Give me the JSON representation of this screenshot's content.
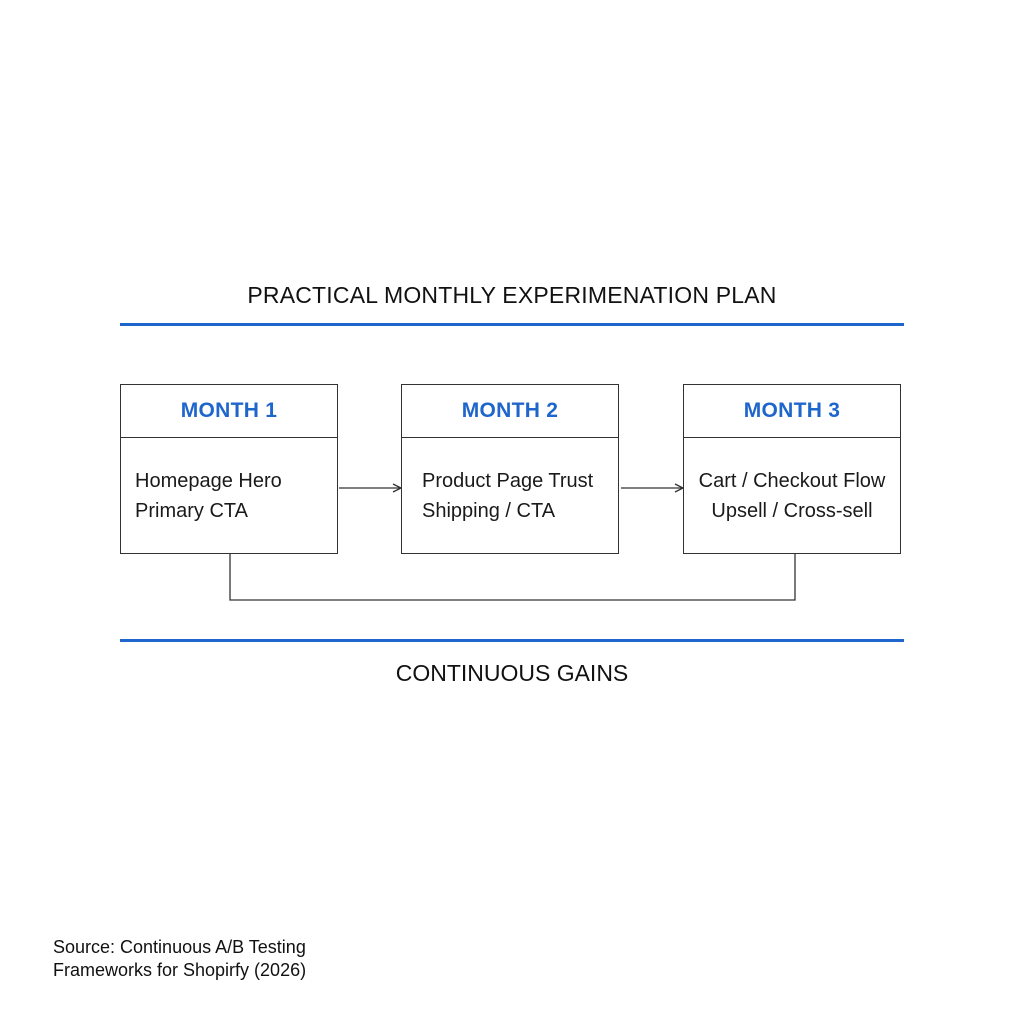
{
  "title": "PRACTICAL MONTHLY EXPERIMENATION PLAN",
  "months": [
    {
      "label": "MONTH 1",
      "lines": [
        "Homepage Hero",
        "Primary CTA"
      ]
    },
    {
      "label": "MONTH 2",
      "lines": [
        "Product Page Trust",
        "Shipping / CTA"
      ]
    },
    {
      "label": "MONTH 3",
      "lines": [
        "Cart / Checkout Flow",
        "Upsell / Cross-sell"
      ]
    }
  ],
  "footer_title": "CONTINUOUS GAINS",
  "source": {
    "line1": "Source: Continuous A/B Testing",
    "line2": "Frameworks for Shopirfy (2026)"
  },
  "colors": {
    "accent": "#1f66cc",
    "stroke": "#333333",
    "text": "#1a1a1a"
  }
}
